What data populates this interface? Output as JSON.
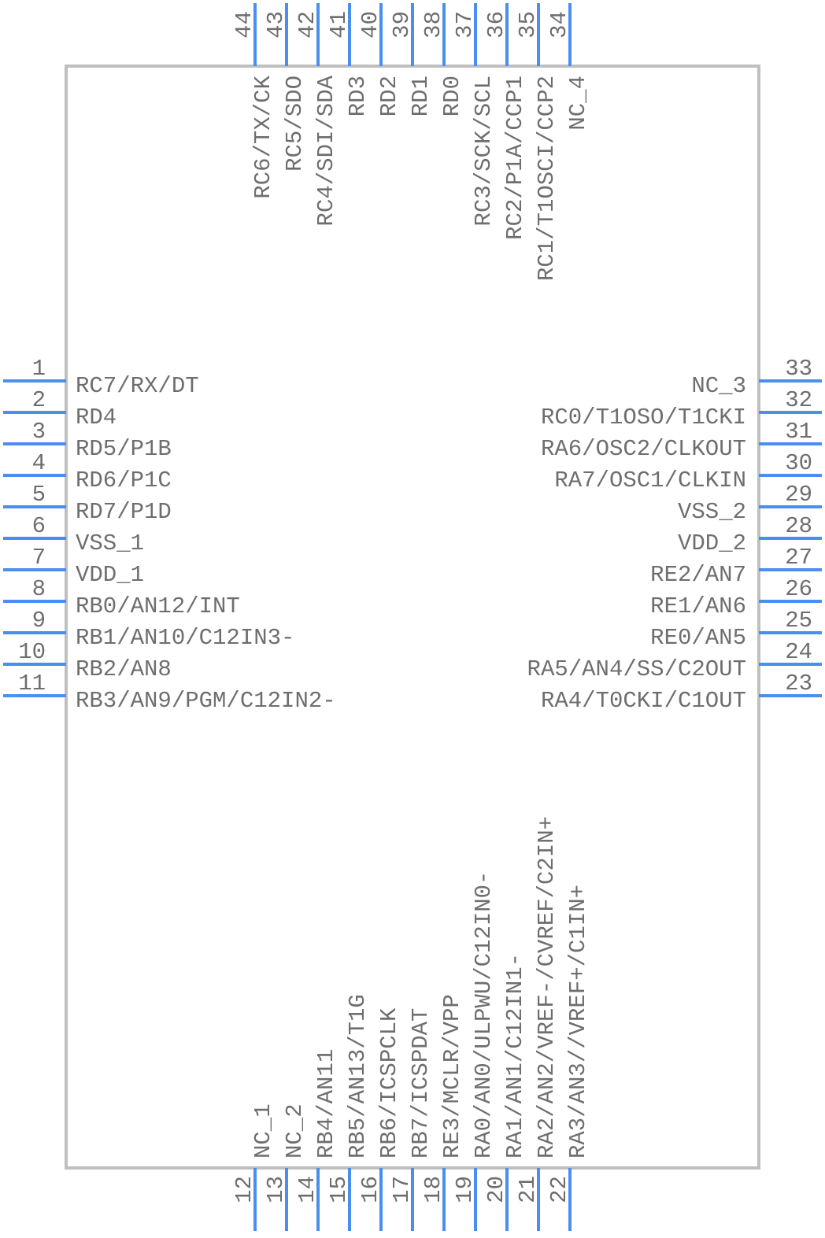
{
  "component": {
    "body_color": "#bfbfbf",
    "pin_color": "#4a8ef0",
    "text_color": "#6e6e6e"
  },
  "pins": {
    "left": [
      {
        "number": "1",
        "name": "RC7/RX/DT"
      },
      {
        "number": "2",
        "name": "RD4"
      },
      {
        "number": "3",
        "name": "RD5/P1B"
      },
      {
        "number": "4",
        "name": "RD6/P1C"
      },
      {
        "number": "5",
        "name": "RD7/P1D"
      },
      {
        "number": "6",
        "name": "VSS_1"
      },
      {
        "number": "7",
        "name": "VDD_1"
      },
      {
        "number": "8",
        "name": "RB0/AN12/INT"
      },
      {
        "number": "9",
        "name": "RB1/AN10/C12IN3-"
      },
      {
        "number": "10",
        "name": "RB2/AN8"
      },
      {
        "number": "11",
        "name": "RB3/AN9/PGM/C12IN2-"
      }
    ],
    "bottom": [
      {
        "number": "12",
        "name": "NC_1"
      },
      {
        "number": "13",
        "name": "NC_2"
      },
      {
        "number": "14",
        "name": "RB4/AN11"
      },
      {
        "number": "15",
        "name": "RB5/AN13/T1G"
      },
      {
        "number": "16",
        "name": "RB6/ICSPCLK"
      },
      {
        "number": "17",
        "name": "RB7/ICSPDAT"
      },
      {
        "number": "18",
        "name": "RE3/MCLR/VPP"
      },
      {
        "number": "19",
        "name": "RA0/AN0/ULPWU/C12IN0-"
      },
      {
        "number": "20",
        "name": "RA1/AN1/C12IN1-"
      },
      {
        "number": "21",
        "name": "RA2/AN2/VREF-/CVREF/C2IN+"
      },
      {
        "number": "22",
        "name": "RA3/AN3//VREF+/C1IN+"
      }
    ],
    "right": [
      {
        "number": "23",
        "name": "RA4/T0CKI/C1OUT"
      },
      {
        "number": "24",
        "name": "RA5/AN4/SS/C2OUT"
      },
      {
        "number": "25",
        "name": "RE0/AN5"
      },
      {
        "number": "26",
        "name": "RE1/AN6"
      },
      {
        "number": "27",
        "name": "RE2/AN7"
      },
      {
        "number": "28",
        "name": "VDD_2"
      },
      {
        "number": "29",
        "name": "VSS_2"
      },
      {
        "number": "30",
        "name": "RA7/OSC1/CLKIN"
      },
      {
        "number": "31",
        "name": "RA6/OSC2/CLKOUT"
      },
      {
        "number": "32",
        "name": "RC0/T1OSO/T1CKI"
      },
      {
        "number": "33",
        "name": "NC_3"
      }
    ],
    "top": [
      {
        "number": "34",
        "name": "NC_4"
      },
      {
        "number": "35",
        "name": "RC1/T1OSCI/CCP2"
      },
      {
        "number": "36",
        "name": "RC2/P1A/CCP1"
      },
      {
        "number": "37",
        "name": "RC3/SCK/SCL"
      },
      {
        "number": "38",
        "name": "RD0"
      },
      {
        "number": "39",
        "name": "RD1"
      },
      {
        "number": "40",
        "name": "RD2"
      },
      {
        "number": "41",
        "name": "RD3"
      },
      {
        "number": "42",
        "name": "RC4/SDI/SDA"
      },
      {
        "number": "43",
        "name": "RC5/SDO"
      },
      {
        "number": "44",
        "name": "RC6/TX/CK"
      }
    ]
  }
}
